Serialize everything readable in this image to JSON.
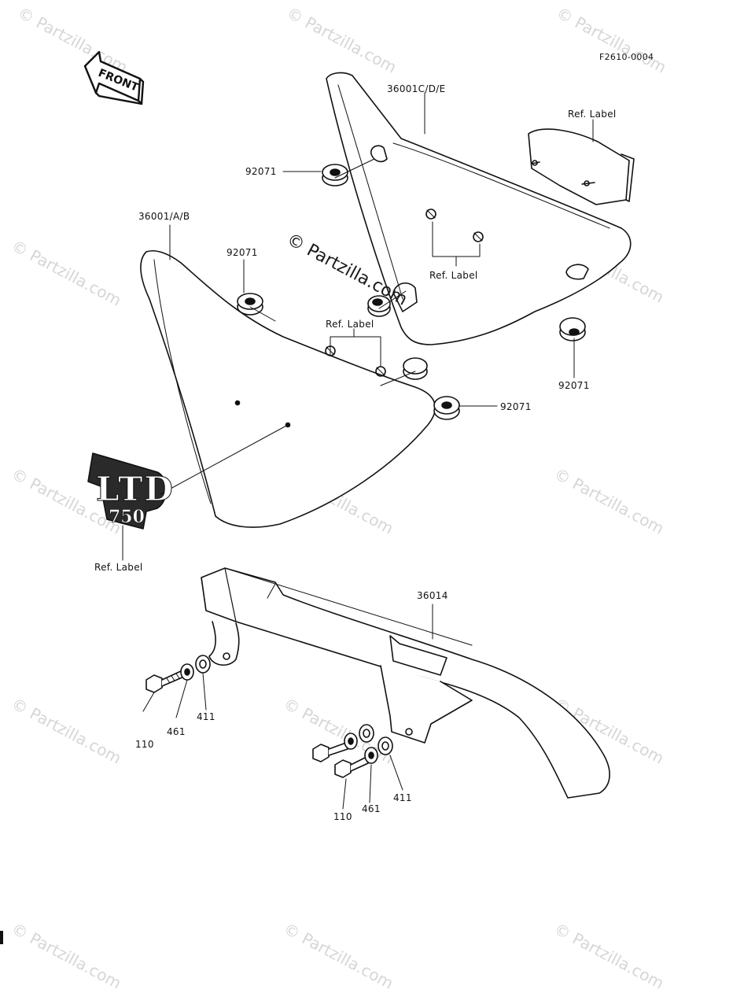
{
  "figure_id": "F2610-0004",
  "front_arrow_text": "FRONT",
  "badge": {
    "line1": "LTD",
    "line2": "750"
  },
  "watermark": "© Partzilla.com",
  "labels": {
    "p36001cde": "36001C/D/E",
    "p36001ab": "36001/A/B",
    "p92071_a": "92071",
    "p92071_b": "92071",
    "p92071_c": "92071",
    "p92071_d": "92071",
    "p36014": "36014",
    "p110_a": "110",
    "p461_a": "461",
    "p411_a": "411",
    "p110_b": "110",
    "p461_b": "461",
    "p411_b": "411",
    "ref_label_top_right": "Ref.  Label",
    "ref_label_right_cover": "Ref.  Label",
    "ref_label_left_cover": "Ref.  Label",
    "ref_label_badge": "Ref.  Label"
  }
}
